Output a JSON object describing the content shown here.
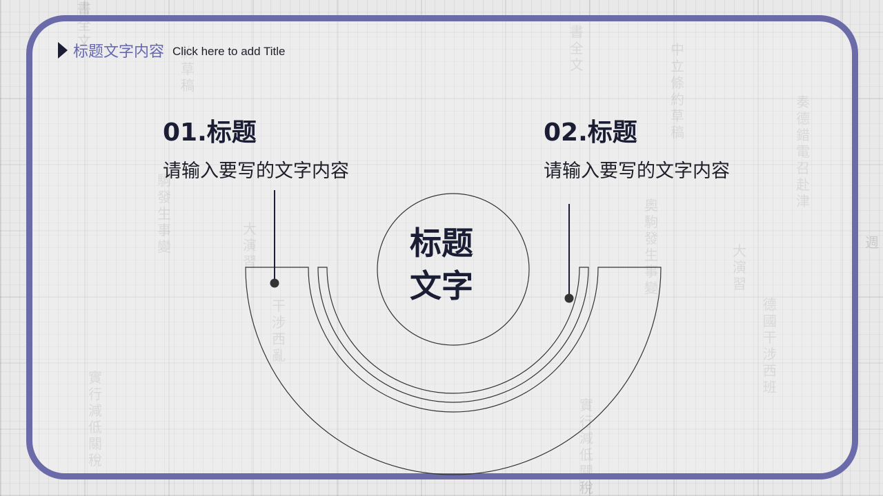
{
  "header": {
    "title_zh": "标题文字内容",
    "title_en": "Click here to add Title"
  },
  "points": [
    {
      "title": "01.标题",
      "desc": "请输入要写的文字内容"
    },
    {
      "title": "02.标题",
      "desc": "请输入要写的文字内容"
    }
  ],
  "center": {
    "line1": "标题",
    "line2": "文字"
  },
  "colors": {
    "frame": "#6a6ba8",
    "accent_text": "#6668b0",
    "dark": "#1a1d33",
    "line": "#333333"
  }
}
